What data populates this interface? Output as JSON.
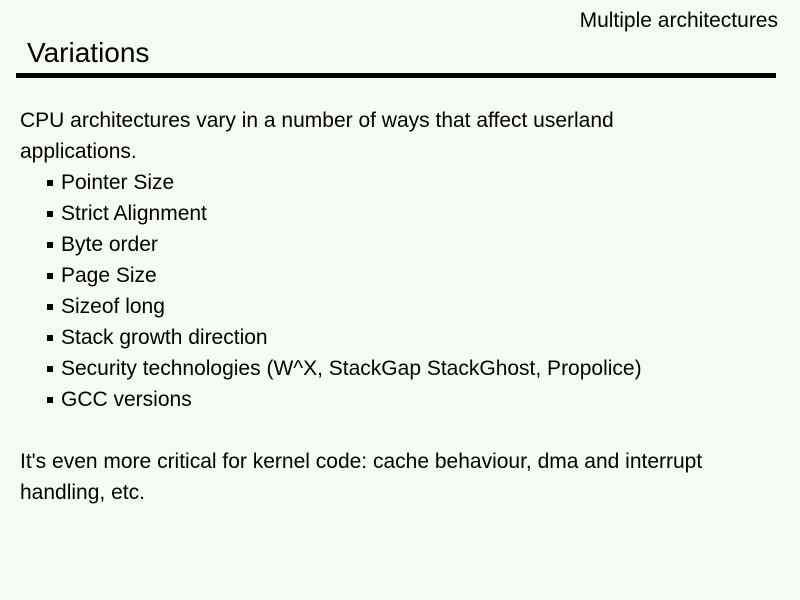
{
  "slide": {
    "header_label": "Multiple architectures",
    "title": "Variations",
    "intro_lines": [
      "CPU architectures vary in a number of ways that affect userland",
      "applications."
    ],
    "bullets": [
      "Pointer Size",
      "Strict Alignment",
      "Byte order",
      "Page Size",
      "Sizeof long",
      "Stack growth direction",
      "Security technologies (W^X, StackGap StackGhost, Propolice)",
      "GCC versions"
    ],
    "outro_lines": [
      "It's even more critical for kernel code: cache behaviour, dma and interrupt",
      "handling, etc."
    ],
    "colors": {
      "background": "#f5faf2",
      "text": "#000000",
      "rule": "#000000"
    }
  }
}
